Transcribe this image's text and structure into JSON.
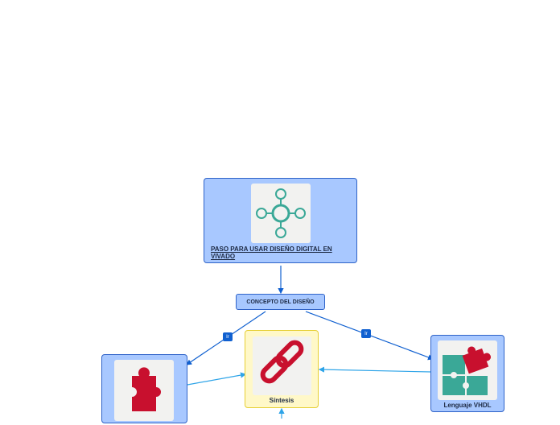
{
  "nodes": {
    "main": {
      "title": "PASO PARA USAR DISEÑO DIGITAL EN VIVADO",
      "icon": "network-icon"
    },
    "concept": {
      "title": "CONCEPTO DEL DISEÑO"
    },
    "sintesis": {
      "title": "Síntesis",
      "icon": "chain-link-icon"
    },
    "vhdl": {
      "title": "Lenguaje VHDL",
      "icon": "puzzle-pieces-icon"
    },
    "left": {
      "icon": "puzzle-piece-icon"
    }
  },
  "edges": {
    "badge_left": "Ir",
    "badge_right": "Ir"
  },
  "colors": {
    "node_blue": "#a8c8ff",
    "node_border": "#2f63c8",
    "node_yellow": "#fff8c8",
    "edge_dark": "#1060d0",
    "edge_light": "#2ea4e8",
    "teal": "#3aa897",
    "red": "#c8102e"
  }
}
